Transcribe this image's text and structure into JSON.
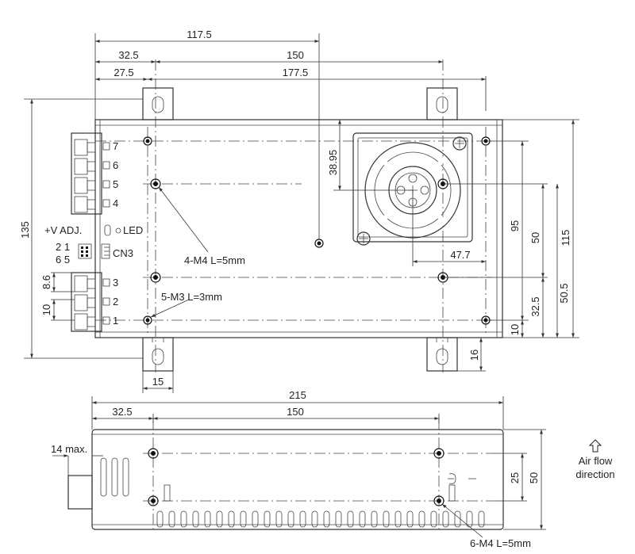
{
  "top_view": {
    "dims": {
      "d117_5": "117.5",
      "d150_top": "150",
      "d32_5_top": "32.5",
      "d27_5": "27.5",
      "d177_5": "177.5",
      "d135": "135",
      "d38_95": "38.95",
      "d95": "95",
      "d50_right": "50",
      "d115": "115",
      "d47_7": "47.7",
      "d32_5_right": "32.5",
      "d50_5": "50.5",
      "d10_right": "10",
      "d16": "16",
      "d15": "15",
      "d8_6": "8.6",
      "d10_left": "10"
    },
    "terminals_upper": [
      "7",
      "6",
      "5",
      "4"
    ],
    "terminals_lower": [
      "3",
      "2",
      "1"
    ],
    "vadj_label": "+V ADJ.",
    "led_label": "LED",
    "cn3_label": "CN3",
    "cn3_pins_top": "2 1",
    "cn3_pins_bottom": "6 5",
    "callout_m4": "4-M4 L=5mm",
    "callout_m3": "5-M3 L=3mm"
  },
  "side_view": {
    "dims": {
      "d215": "215",
      "d32_5": "32.5",
      "d150": "150",
      "d14max": "14 max.",
      "d25": "25",
      "d50": "50"
    },
    "callout_m4": "6-M4 L=5mm"
  },
  "airflow": {
    "arrow_icon": "up-arrow-icon",
    "line1": "Air flow",
    "line2": "direction"
  }
}
